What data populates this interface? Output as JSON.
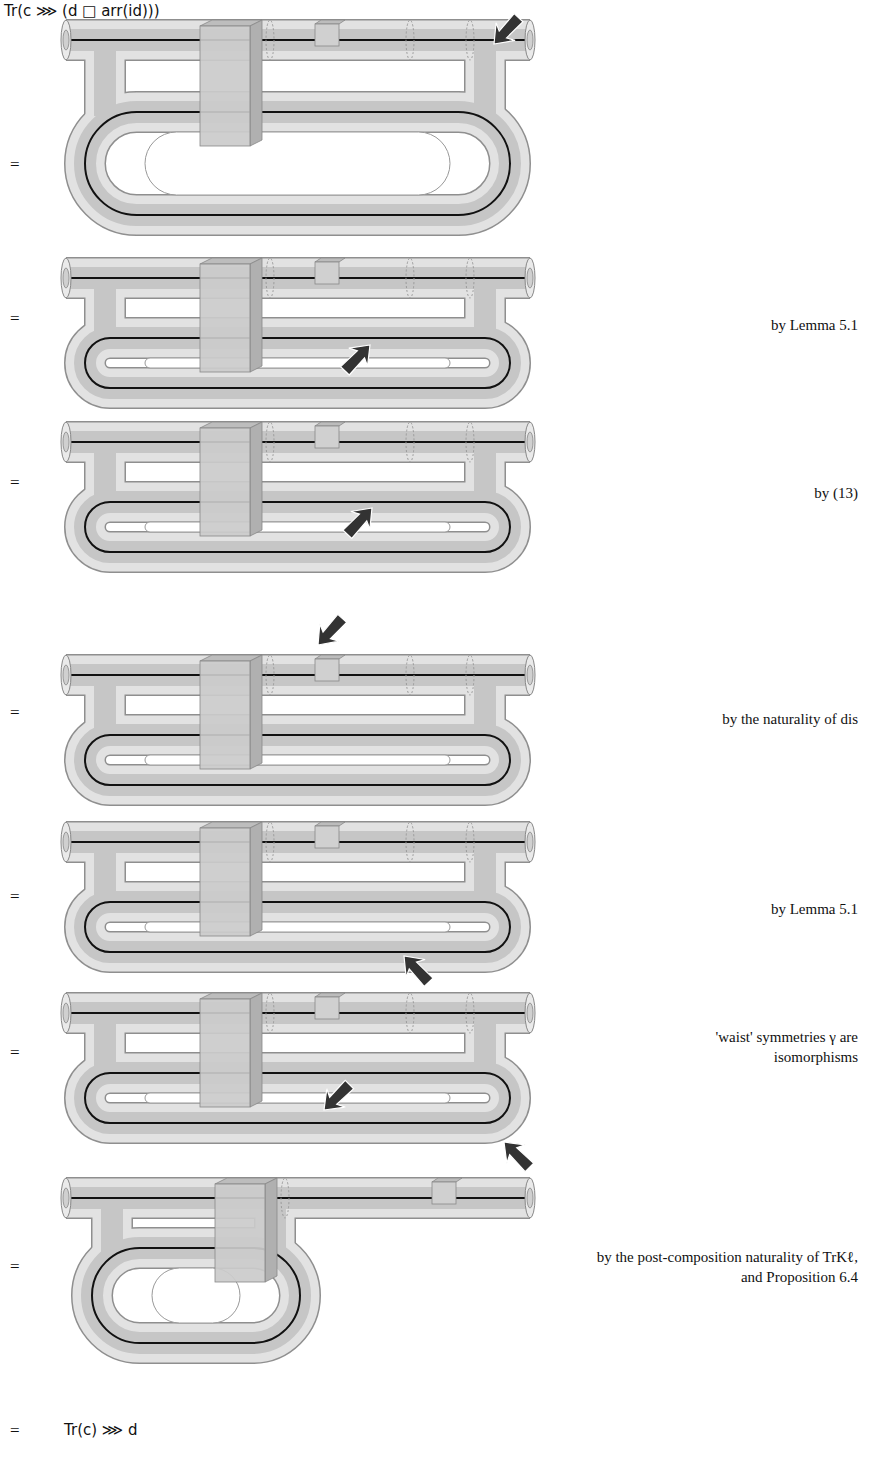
{
  "diagram": {
    "labels": [
      "Tr(c ⋙ (d □ arr(id)))",
      "=",
      "=",
      "by Lemma 5.1",
      "=",
      "by (13)",
      "=",
      "by the naturality of dis",
      "=",
      "by Lemma 5.1",
      "=",
      "'waist' symmetries γ are isomorphisms",
      "=",
      "by the post-composition naturality of TrKℓ, and Proposition 6.4",
      "=",
      "Tr(c) ⋙ d"
    ]
  }
}
